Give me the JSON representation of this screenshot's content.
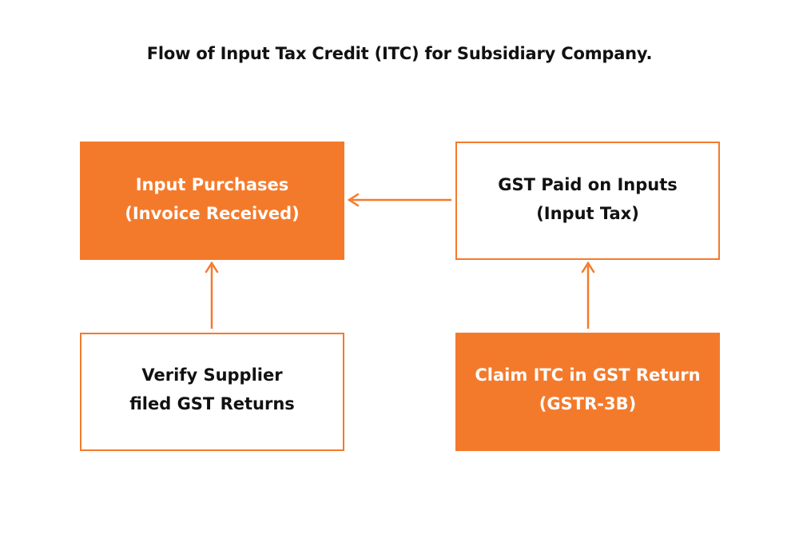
{
  "title": "Flow of Input Tax Credit (ITC) for Subsidiary Company.",
  "colors": {
    "accent": "#f47a2b",
    "text_dark": "#111111",
    "text_light": "#ffffff",
    "background": "#ffffff"
  },
  "nodes": {
    "input_purchases": {
      "line1": "Input Purchases",
      "line2": "(Invoice Received)",
      "style": "filled"
    },
    "gst_paid": {
      "line1": "GST Paid on Inputs",
      "line2": "(Input Tax)",
      "style": "outline"
    },
    "verify_supplier": {
      "line1": "Verify Supplier",
      "line2": "filed GST Returns",
      "style": "outline"
    },
    "claim_itc": {
      "line1": "Claim ITC in GST Return",
      "line2": "(GSTR-3B)",
      "style": "filled"
    }
  },
  "edges": [
    {
      "from": "gst_paid",
      "to": "input_purchases"
    },
    {
      "from": "verify_supplier",
      "to": "input_purchases"
    },
    {
      "from": "claim_itc",
      "to": "gst_paid"
    }
  ]
}
